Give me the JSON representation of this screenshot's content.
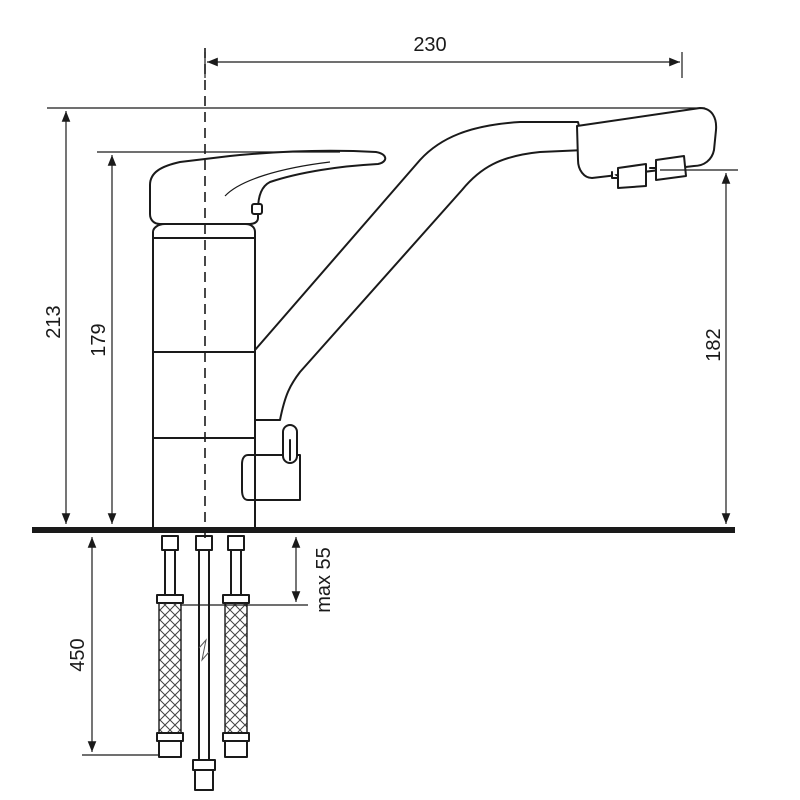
{
  "dimensions": {
    "reach": "230",
    "total_height": "213",
    "body_height": "179",
    "spout_height": "182",
    "hose_length": "450",
    "max_deck_thickness": "max 55"
  }
}
